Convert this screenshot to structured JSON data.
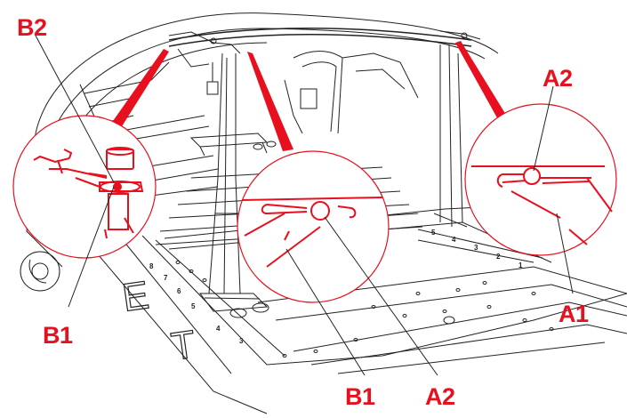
{
  "labels": {
    "b2_top": "B2",
    "a2_top": "A2",
    "b1_left": "B1",
    "a1_right": "A1",
    "b1_bottom": "B1",
    "a2_bottom": "A2"
  },
  "ruler_right": [
    "5",
    "4",
    "3",
    "2",
    "1"
  ],
  "ruler_left": [
    "8",
    "7",
    "6",
    "5",
    "4",
    "3"
  ],
  "floor_letters": [
    "E",
    "T"
  ],
  "colors": {
    "accent": "#e8101e",
    "line": "#222222"
  }
}
